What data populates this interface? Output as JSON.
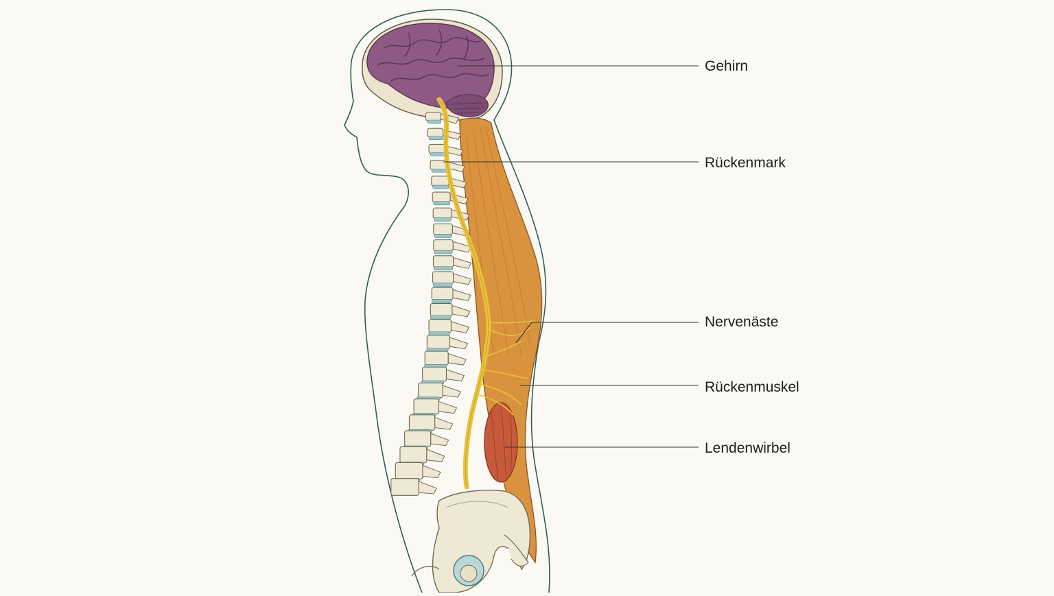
{
  "labels": {
    "brain": "Gehirn",
    "spinal_cord": "Rückenmark",
    "nerve_branches": "Nervenäste",
    "back_muscle": "Rückenmuskel",
    "lumbar_vertebra": "Lendenwirbel"
  },
  "colors": {
    "background": "#fbf9f3",
    "outline": "#2f5e56",
    "brain": "#8e5a84",
    "spinal_cord": "#e8c23a",
    "bone": "#efe8d4",
    "disc": "#9cc6cc",
    "muscle": "#d9933e",
    "lumbar_muscle": "#c85a3c",
    "leader_line": "#333333"
  }
}
